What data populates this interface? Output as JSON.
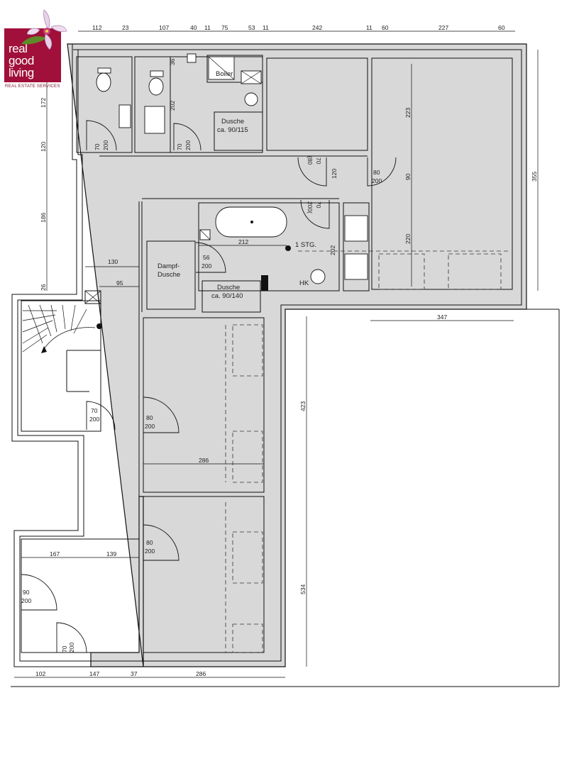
{
  "logo": {
    "line1": "real",
    "line2": "good",
    "line3": "living",
    "tagline": "REAL ESTATE SERVICES",
    "brand_color": "#a0103a",
    "icon": "orchid-flower-icon"
  },
  "dims_top": [
    "112",
    "23",
    "107",
    "40",
    "11",
    "75",
    "53",
    "11",
    "242",
    "11",
    "60",
    "227",
    "60"
  ],
  "dims_bottom": [
    "102",
    "147",
    "37",
    "286"
  ],
  "dims_vertical_left": [
    "172",
    "120",
    "186",
    "26"
  ],
  "dims_vertical_right": [
    "355"
  ],
  "dims_inner": {
    "h36": "36",
    "h202_top": "202",
    "h223": "223",
    "h90": "90",
    "h220": "220",
    "h120": "120",
    "h202_bath": "202",
    "h423": "423",
    "h534": "534",
    "w130": "130",
    "w95": "95",
    "w212": "212",
    "w347": "347",
    "w286": "286",
    "w167": "167",
    "w139": "139"
  },
  "doors": [
    {
      "w": "70",
      "h": "200"
    },
    {
      "w": "70",
      "h": "200"
    },
    {
      "w": "70",
      "h": "(80"
    },
    {
      "w": "80",
      "h": "200"
    },
    {
      "w": "70",
      "h": "200("
    },
    {
      "w": "56",
      "h": "200"
    },
    {
      "w": "70",
      "h": "200"
    },
    {
      "w": "80",
      "h": "200"
    },
    {
      "w": "80",
      "h": "200"
    },
    {
      "w": "90",
      "h": "200"
    },
    {
      "w": "70",
      "h": "200"
    }
  ],
  "labels": {
    "boiler": "Boiler",
    "dusche1_a": "Dusche",
    "dusche1_b": "ca. 90/115",
    "dampf_a": "Dampf-",
    "dampf_b": "Dusche",
    "dusche2_a": "Dusche",
    "dusche2_b": "ca. 90/140",
    "stg": "1 STG.",
    "hk": "HK"
  }
}
